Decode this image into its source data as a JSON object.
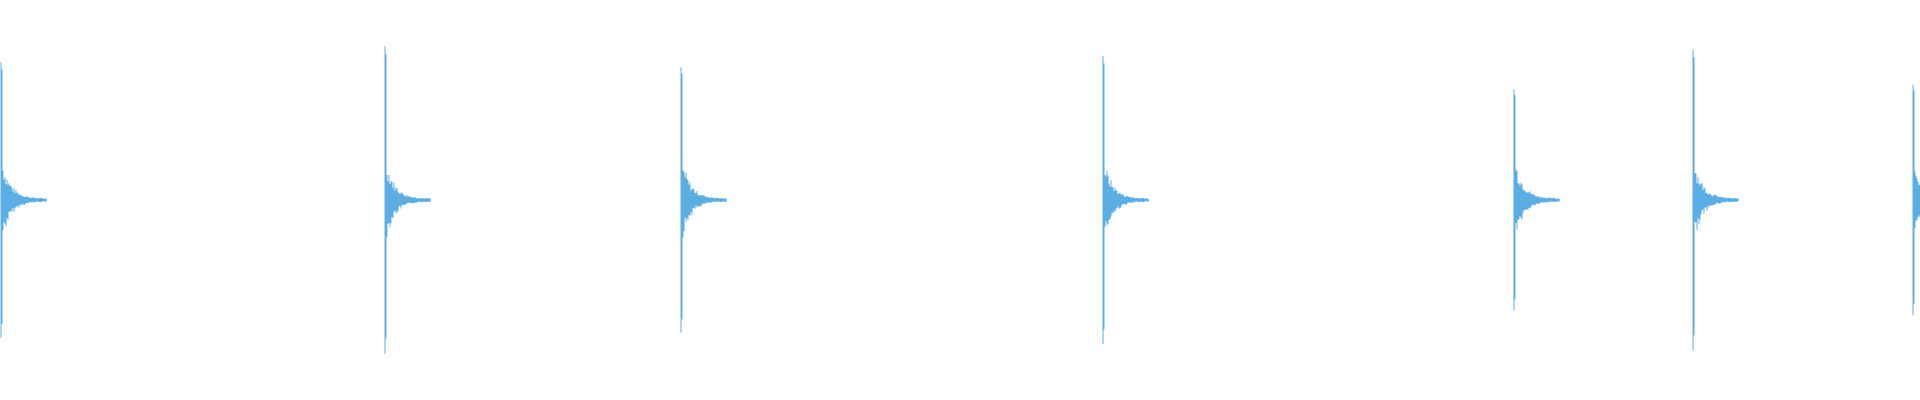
{
  "waveform": {
    "color": "#5aaee3",
    "background": "#ffffff",
    "transients": [
      {
        "time_fraction": 0.0006,
        "peak_up": 0.86,
        "peak_down": 0.86
      },
      {
        "time_fraction": 0.2005,
        "peak_up": 0.96,
        "peak_down": 0.96
      },
      {
        "time_fraction": 0.3547,
        "peak_up": 0.83,
        "peak_down": 0.83
      },
      {
        "time_fraction": 0.5745,
        "peak_up": 0.9,
        "peak_down": 0.9
      },
      {
        "time_fraction": 0.7885,
        "peak_up": 0.69,
        "peak_down": 0.69
      },
      {
        "time_fraction": 0.8816,
        "peak_up": 0.94,
        "peak_down": 0.94
      },
      {
        "time_fraction": 0.9965,
        "peak_up": 0.72,
        "peak_down": 0.72
      }
    ]
  }
}
